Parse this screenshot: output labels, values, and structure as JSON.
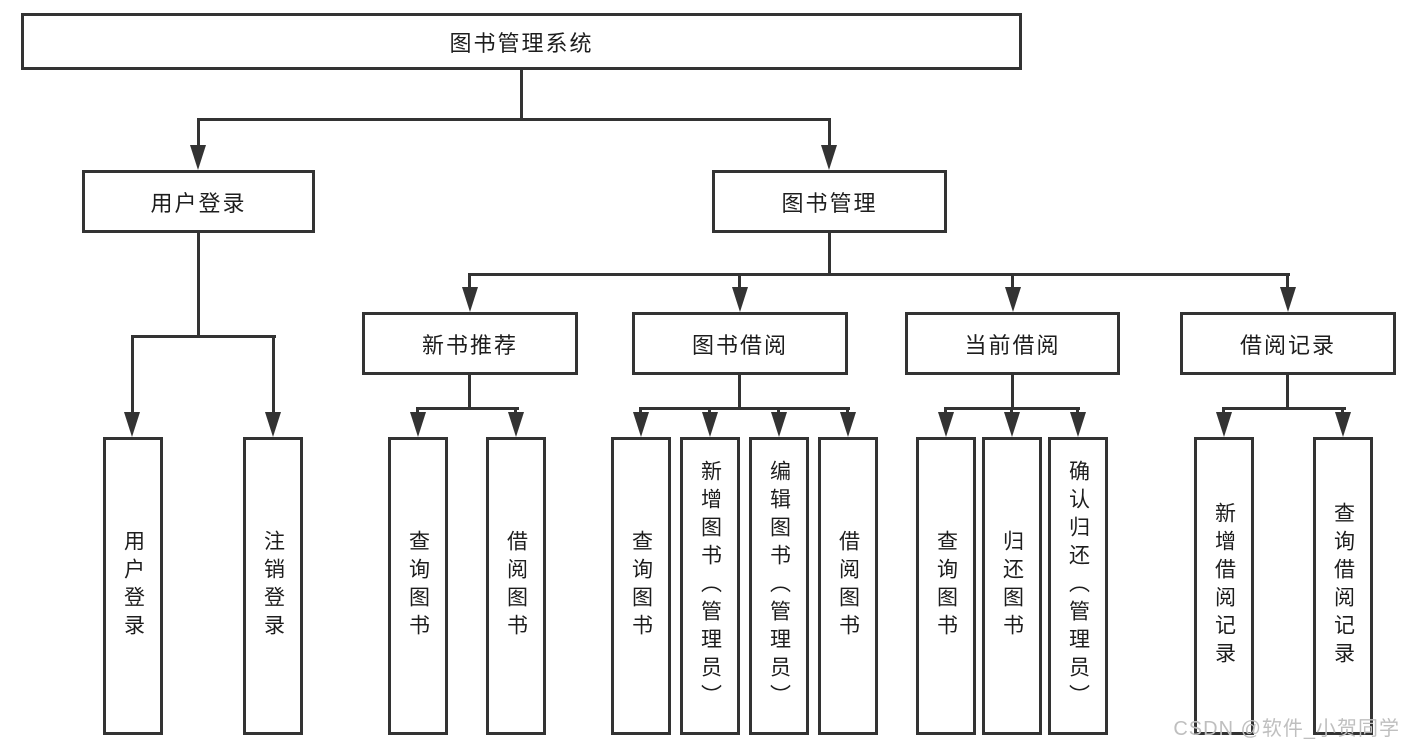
{
  "tree": {
    "root": "图书管理系统",
    "branches": [
      {
        "label": "用户登录",
        "children": [
          "用户登录",
          "注销登录"
        ]
      },
      {
        "label": "图书管理",
        "sections": [
          {
            "label": "新书推荐",
            "children": [
              "查询图书",
              "借阅图书"
            ]
          },
          {
            "label": "图书借阅",
            "children": [
              "查询图书",
              "新增图书（管理员）",
              "编辑图书（管理员）",
              "借阅图书"
            ]
          },
          {
            "label": "当前借阅",
            "children": [
              "查询图书",
              "归还图书",
              "确认归还（管理员）"
            ]
          },
          {
            "label": "借阅记录",
            "children": [
              "新增借阅记录",
              "查询借阅记录"
            ]
          }
        ]
      }
    ]
  },
  "watermark": "CSDN @软件_小贺同学",
  "colors": {
    "line": "#333333",
    "box_fill": "#ffffff",
    "text": "#1d1d1d",
    "watermark": "#bfbfbf"
  }
}
